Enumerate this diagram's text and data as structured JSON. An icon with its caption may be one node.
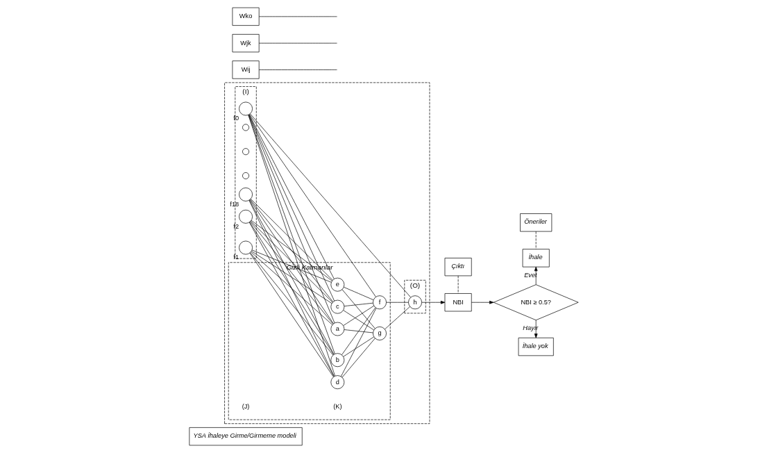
{
  "diagram": {
    "nodes": [
      {
        "text": [
          "YSA İhaleye Girme/Girmeme modeli"
        ]
      },
      {
        "text": [
          "Çıktı"
        ]
      },
      {
        "text": [
          "Öneriler"
        ]
      },
      {
        "text": [],
        "shape": "box"
      },
      {
        "text": [
          "(I)"
        ],
        "in": 3
      },
      {
        "text": [
          "Gizli Katmanlar"
        ],
        "in": 3
      },
      {
        "text": [
          "(O)"
        ],
        "in": 3
      },
      {
        "text": [],
        "shape": "circle",
        "beside": [
          "f0"
        ],
        "in": 4
      },
      {
        "text": [],
        "shape": "circle",
        "beside": [
          "f1"
        ],
        "in": 4
      },
      {
        "text": [],
        "shape": "circle",
        "beside": [
          "f2"
        ],
        "in": 4
      },
      {
        "text": [],
        "shape": "circle",
        "in": 4
      },
      {
        "text": [],
        "shape": "circle",
        "in": 4
      },
      {
        "text": [],
        "shape": "circle",
        "in": 4
      },
      {
        "text": [],
        "shape": "circle",
        "beside": [
          "f18"
        ],
        "in": 4
      },
      {
        "text": [
          "a"
        ],
        "in": 5
      },
      {
        "text": [
          "b"
        ],
        "in": 5
      },
      {
        "text": [
          "c"
        ],
        "in": 5
      },
      {
        "text": [
          "d"
        ],
        "in": 5
      },
      {
        "text": [
          "e"
        ],
        "in": 5
      },
      {
        "text": [
          "f"
        ],
        "in": 5
      },
      {
        "text": [
          "g"
        ],
        "in": 5
      },
      {
        "text": [
          "h"
        ],
        "in": 6
      },
      {
        "text": [
          "NBI"
        ]
      },
      {
        "text": [
          "NBI ≥ 0.5?"
        ]
      },
      {
        "text": [
          "İhale"
        ]
      },
      {
        "text": [
          "İhale yok"
        ]
      },
      {
        "text": [
          "Wij"
        ]
      },
      {
        "text": [
          "Wjk"
        ]
      },
      {
        "text": [
          "Wko"
        ]
      }
    ],
    "edges": [
      {
        "from": 7,
        "to": 14,
        "arrow": "none"
      },
      {
        "from": 7,
        "to": 15,
        "arrow": "none"
      },
      {
        "from": 7,
        "to": 16,
        "arrow": "none"
      },
      {
        "from": 7,
        "to": 17,
        "arrow": "none"
      },
      {
        "from": 7,
        "to": 18,
        "arrow": "none"
      },
      {
        "from": 7,
        "to": 19,
        "arrow": "none"
      },
      {
        "from": 7,
        "to": 21,
        "arrow": "none"
      },
      {
        "from": 8,
        "to": 14,
        "arrow": "none"
      },
      {
        "from": 8,
        "to": 15,
        "arrow": "none"
      },
      {
        "from": 8,
        "to": 16,
        "arrow": "none"
      },
      {
        "from": 8,
        "to": 17,
        "arrow": "none"
      },
      {
        "from": 8,
        "to": 18,
        "arrow": "none"
      },
      {
        "from": 9,
        "to": 14,
        "arrow": "none"
      },
      {
        "from": 9,
        "to": 15,
        "arrow": "none"
      },
      {
        "from": 9,
        "to": 16,
        "arrow": "none"
      },
      {
        "from": 9,
        "to": 17,
        "arrow": "none"
      },
      {
        "from": 9,
        "to": 18,
        "arrow": "none"
      },
      {
        "from": 13,
        "to": 14,
        "arrow": "none"
      },
      {
        "from": 13,
        "to": 15,
        "arrow": "none"
      },
      {
        "from": 13,
        "to": 16,
        "arrow": "none"
      },
      {
        "from": 13,
        "to": 17,
        "arrow": "none"
      },
      {
        "from": 13,
        "to": 18,
        "arrow": "none"
      },
      {
        "from": 14,
        "to": 19,
        "arrow": "none"
      },
      {
        "from": 14,
        "to": 20,
        "arrow": "none"
      },
      {
        "from": 15,
        "to": 19,
        "arrow": "none"
      },
      {
        "from": 15,
        "to": 20,
        "arrow": "none"
      },
      {
        "from": 16,
        "to": 19,
        "arrow": "none"
      },
      {
        "from": 16,
        "to": 20,
        "arrow": "none"
      },
      {
        "from": 17,
        "to": 19,
        "arrow": "none"
      },
      {
        "from": 17,
        "to": 20,
        "arrow": "none"
      },
      {
        "from": 18,
        "to": 19,
        "arrow": "none"
      },
      {
        "from": 18,
        "to": 20,
        "arrow": "none"
      },
      {
        "from": 19,
        "to": 21,
        "arrow": "none"
      },
      {
        "from": 20,
        "to": 21,
        "arrow": "none"
      },
      {
        "from": 21,
        "to": 22,
        "arrow": "to"
      },
      {
        "from": 22,
        "to": 23,
        "arrow": "to"
      },
      {
        "from": 23,
        "to": 24,
        "arrow": "to",
        "label": "Evet"
      },
      {
        "from": 23,
        "to": 25,
        "arrow": "to",
        "label": "Hayır"
      },
      {
        "from": 1,
        "to": 22,
        "arrow": "none",
        "style": "dashed"
      },
      {
        "from": 2,
        "to": 24,
        "arrow": "none",
        "style": "dashed"
      },
      {
        "from": 26,
        "to": null,
        "arrow": "none"
      },
      {
        "from": 27,
        "to": null,
        "arrow": "none"
      },
      {
        "from": 28,
        "to": null,
        "arrow": "none"
      }
    ],
    "labels": [
      "(J)",
      "(K)"
    ]
  }
}
